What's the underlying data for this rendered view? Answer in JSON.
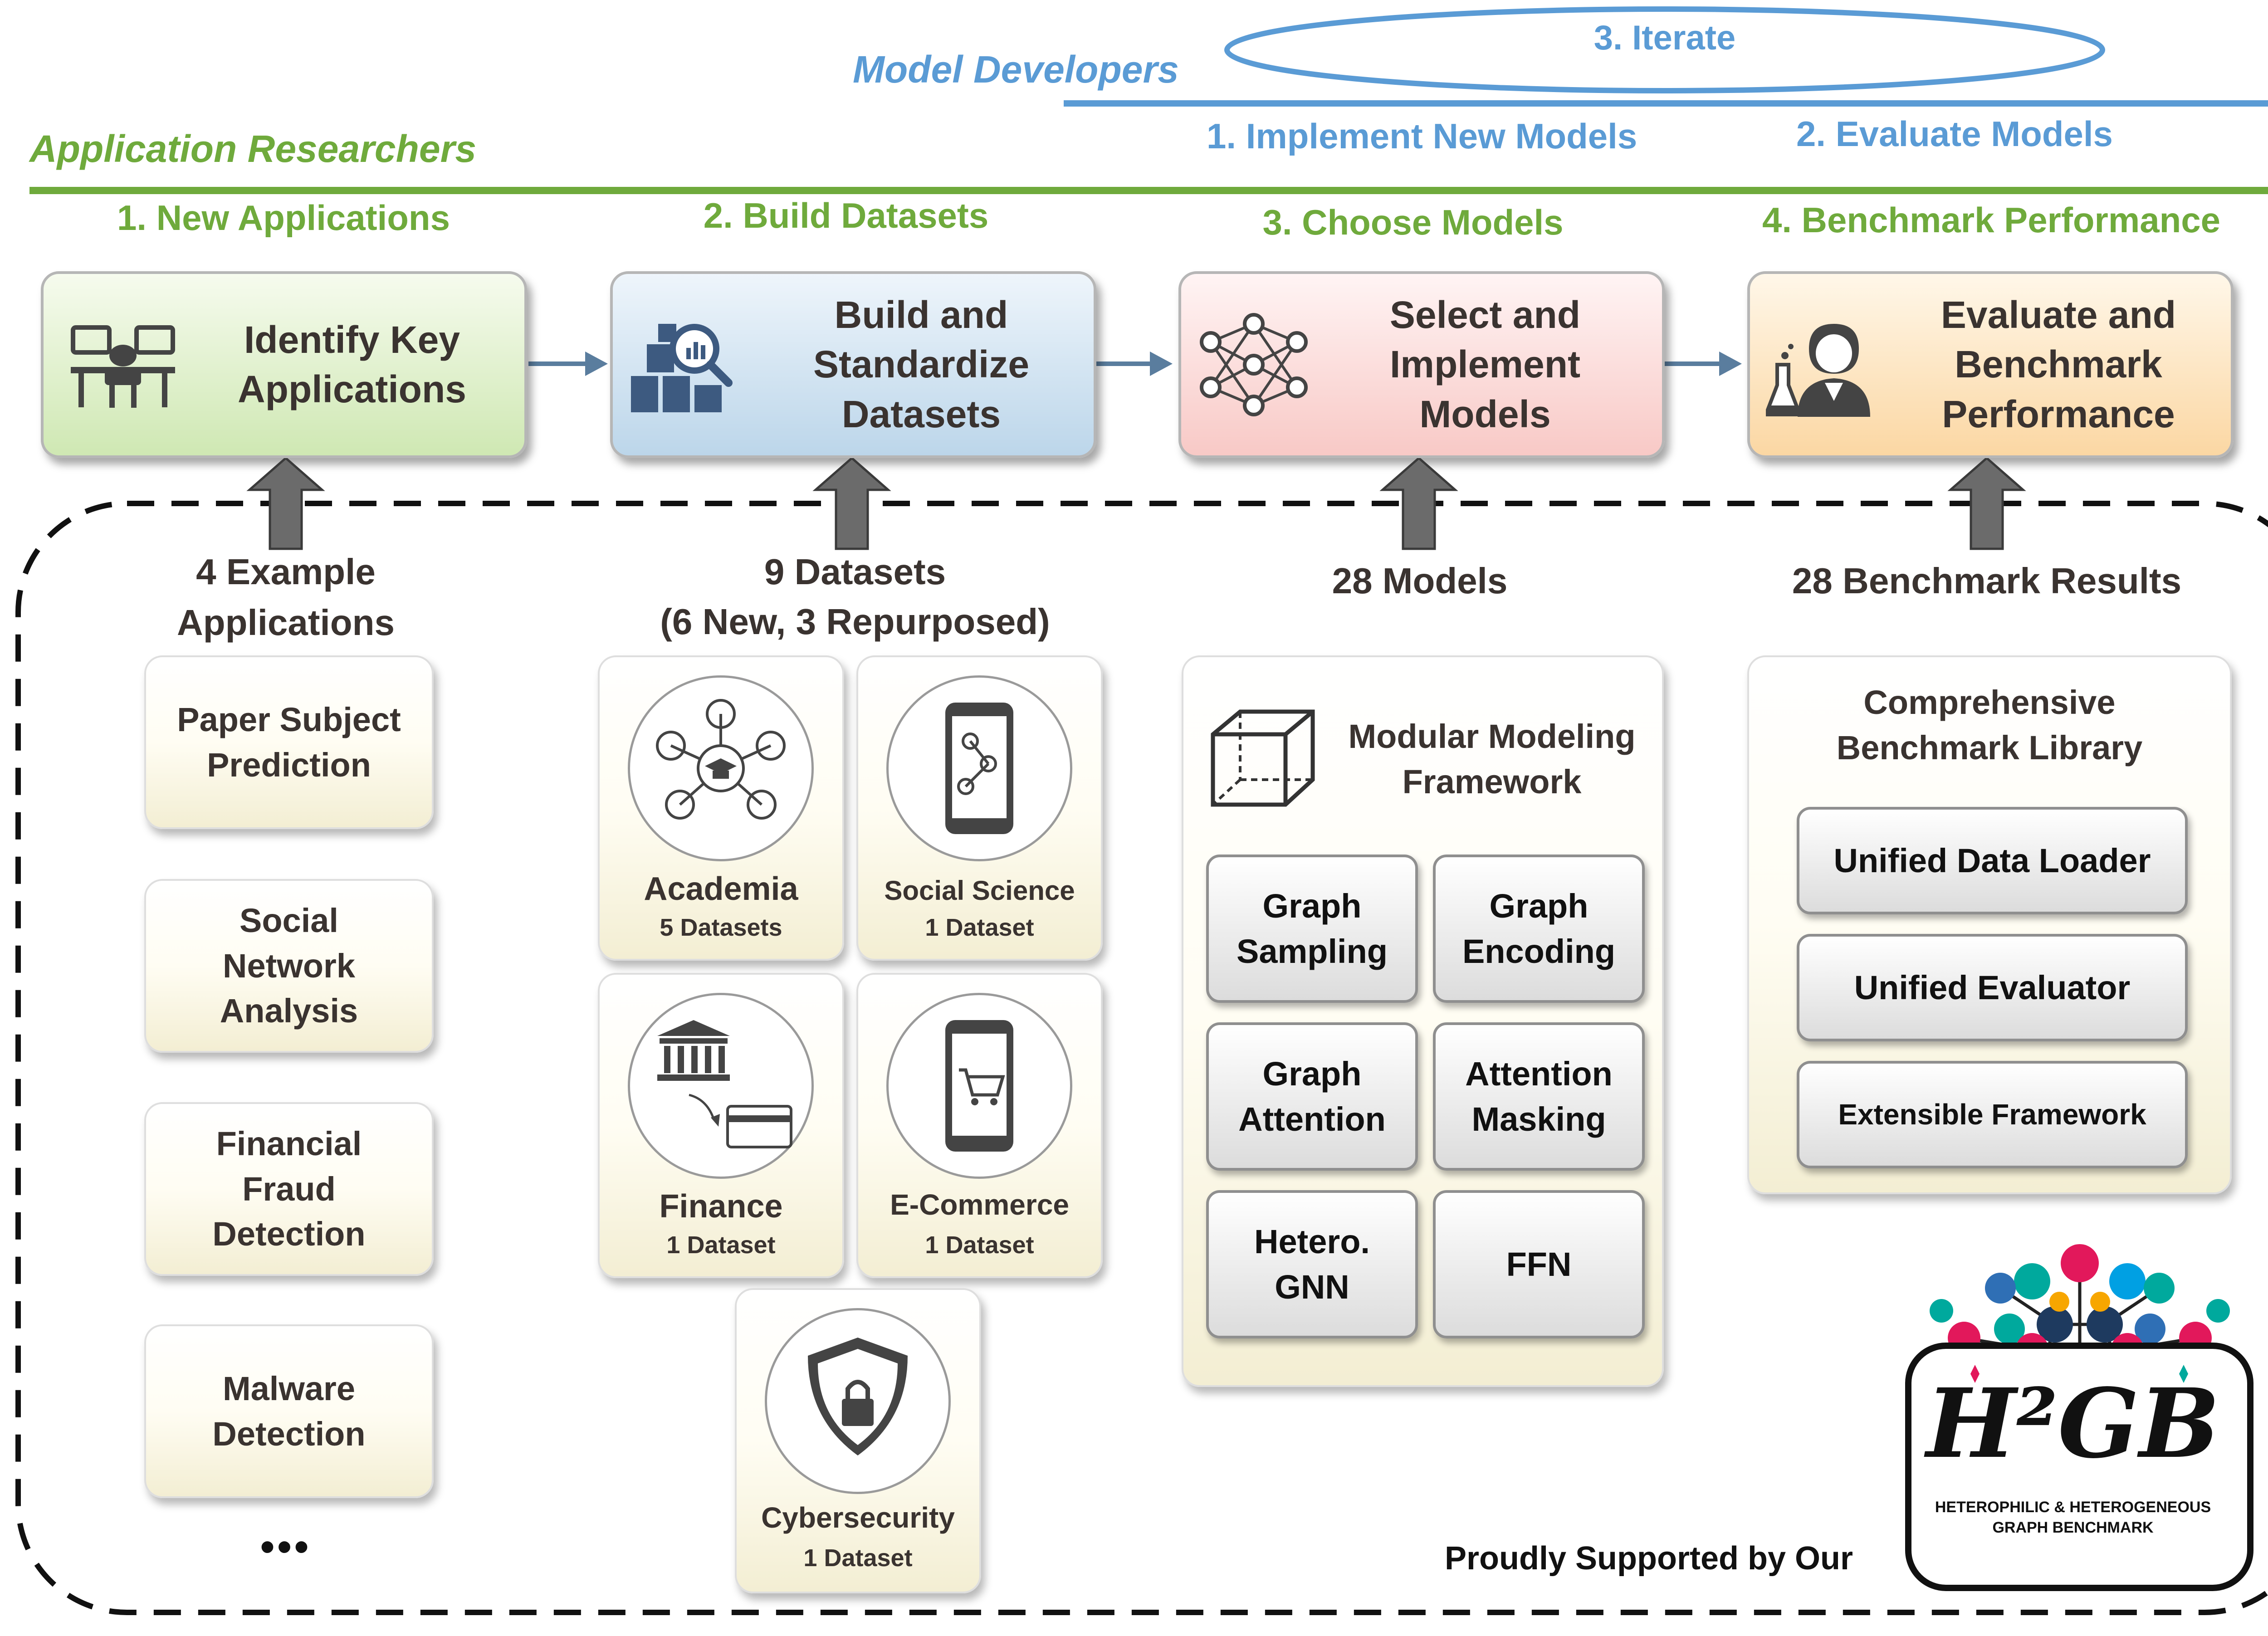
{
  "top": {
    "model_developers": "Model Developers",
    "iterate": "3. Iterate",
    "implement_models": "1. Implement New Models",
    "evaluate_models": "2. Evaluate Models",
    "application_researchers": "Application Researchers",
    "steps": [
      "1. New Applications",
      "2. Build Datasets",
      "3. Choose Models",
      "4. Benchmark Performance"
    ]
  },
  "process": {
    "box1": "Identify Key Applications",
    "box2": "Build and Standardize Datasets",
    "box3": "Select and Implement Models",
    "box4": "Evaluate and Benchmark Performance"
  },
  "applications": {
    "heading": "4 Example Applications",
    "items": [
      "Paper Subject Prediction",
      "Social Network Analysis",
      "Financial Fraud Detection",
      "Malware Detection"
    ],
    "more": "•••"
  },
  "datasets": {
    "heading_line1": "9 Datasets",
    "heading_line2": "(6 New, 3 Repurposed)",
    "items": [
      {
        "name": "Academia",
        "count": "5 Datasets"
      },
      {
        "name": "Social Science",
        "count": "1 Dataset"
      },
      {
        "name": "Finance",
        "count": "1 Dataset"
      },
      {
        "name": "E-Commerce",
        "count": "1 Dataset"
      },
      {
        "name": "Cybersecurity",
        "count": "1 Dataset"
      }
    ]
  },
  "models": {
    "heading": "28 Models",
    "framework_title": "Modular Modeling Framework",
    "modules": [
      "Graph Sampling",
      "Graph Encoding",
      "Graph Attention",
      "Attention Masking",
      "Hetero. GNN",
      "FFN"
    ]
  },
  "benchmark": {
    "heading": "28 Benchmark Results",
    "library_title": "Comprehensive Benchmark Library",
    "items": [
      "Unified Data Loader",
      "Unified Evaluator",
      "Extensible Framework"
    ]
  },
  "footer": {
    "supported_by": "Proudly Supported by Our",
    "logo_text": "H²GB",
    "logo_caption_line1": "HETEROPHILIC & HETEROGENEOUS",
    "logo_caption_line2": "GRAPH BENCHMARK"
  },
  "colors": {
    "green": "#6faa3c",
    "blue": "#5a9bd5",
    "arrow_grey": "#6b6b6b",
    "connector": "#5a7d9e"
  }
}
